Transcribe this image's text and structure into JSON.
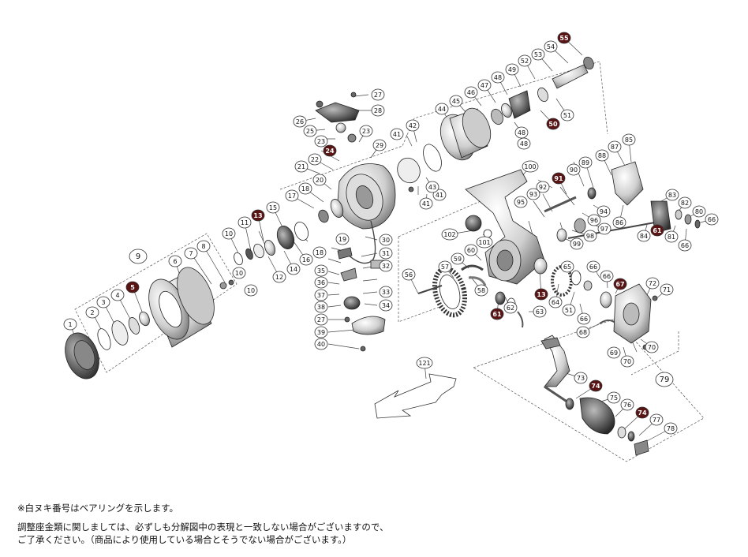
{
  "figure": {
    "type": "exploded-parts-diagram",
    "bearing_labels": [
      "5",
      "13",
      "24",
      "50",
      "55",
      "61",
      "67",
      "74",
      "91"
    ],
    "group_labels": [
      "9",
      "79"
    ],
    "direction_marker": "121"
  },
  "callouts": {
    "c1": "1",
    "c2": "2",
    "c3": "3",
    "c4": "4",
    "c5": "5",
    "c6": "6",
    "c7": "7",
    "c8": "8",
    "c9": "9",
    "c10a": "10",
    "c10b": "10",
    "c10c": "10",
    "c11": "11",
    "c12": "12",
    "c13a": "13",
    "c13b": "13",
    "c14": "14",
    "c15": "15",
    "c16": "16",
    "c17": "17",
    "c18a": "18",
    "c18b": "18",
    "c19": "19",
    "c20": "20",
    "c21": "21",
    "c22": "22",
    "c23a": "23",
    "c23b": "23",
    "c24": "24",
    "c25": "25",
    "c26": "26",
    "c27a": "27",
    "c27b": "27",
    "c28": "28",
    "c29": "29",
    "c30": "30",
    "c31": "31",
    "c32": "32",
    "c33": "33",
    "c34": "34",
    "c35": "35",
    "c36": "36",
    "c37": "37",
    "c38": "38",
    "c39": "39",
    "c40": "40",
    "c41a": "41",
    "c41b": "41",
    "c41c": "41",
    "c42": "42",
    "c43": "43",
    "c44": "44",
    "c45": "45",
    "c46": "46",
    "c47": "47",
    "c48a": "48",
    "c48b": "48",
    "c48c": "48",
    "c49": "49",
    "c50": "50",
    "c51": "51",
    "c52": "52",
    "c53": "53",
    "c54": "54",
    "c55": "55",
    "c56": "56",
    "c57": "57",
    "c58": "58",
    "c59": "59",
    "c60": "60",
    "c61a": "61",
    "c61b": "61",
    "c62": "62",
    "c63": "63",
    "c64": "64",
    "c65": "65",
    "c66a": "66",
    "c66b": "66",
    "c66c": "66",
    "c66d": "66",
    "c66e": "66",
    "c67": "67",
    "c68": "68",
    "c69": "69",
    "c70a": "70",
    "c70b": "70",
    "c71": "71",
    "c72": "72",
    "c73": "73",
    "c74a": "74",
    "c74b": "74",
    "c75": "75",
    "c76": "76",
    "c77": "77",
    "c78": "78",
    "c79": "79",
    "c80": "80",
    "c81": "81",
    "c82": "82",
    "c83": "83",
    "c84": "84",
    "c85": "85",
    "c86": "86",
    "c87": "87",
    "c88": "88",
    "c89": "89",
    "c90": "90",
    "c91": "91",
    "c92": "92",
    "c93": "93",
    "c94": "94",
    "c95": "95",
    "c96": "96",
    "c97": "97",
    "c98": "98",
    "c99": "99",
    "c100": "100",
    "c101": "101",
    "c102": "102",
    "c121": "121",
    "c51b": "51"
  },
  "notes": {
    "bearing_note": "※白ヌキ番号はベアリングを示します。",
    "adjust_note_1": "調整座金類に関しましては、必ずしも分解図中の表現と一致しない場合がございますので、",
    "adjust_note_2": "ご了承ください。（商品により使用している場合とそうでない場合がございます。）"
  },
  "colors": {
    "bearing_fill": "#5a1414",
    "line": "#333333",
    "callout_fill": "#ffffff",
    "part_fill": "#e6e6e6",
    "part_dark": "#555555"
  }
}
